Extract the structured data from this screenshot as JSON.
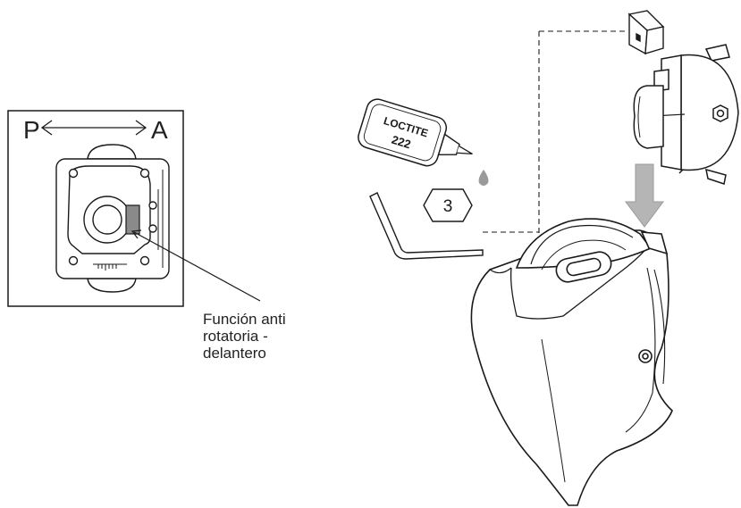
{
  "inset": {
    "posterior_label": "P",
    "anterior_label": "A",
    "callout_line1": "Función anti",
    "callout_line2": "rotatoria -",
    "callout_line3": "delantero"
  },
  "adhesive": {
    "brand": "LOCTITE",
    "number": "222"
  },
  "hex_key": {
    "size": "3"
  },
  "colors": {
    "stroke": "#1a1a1a",
    "highlight_gray": "#8a8a8a",
    "arrow_gray": "#b5b5b5",
    "drop_gray": "#9a9a9a"
  },
  "icons": [
    "left-right-arrow-icon",
    "hexagon-badge-icon",
    "down-arrow-icon",
    "drop-icon",
    "hex-key-icon"
  ]
}
